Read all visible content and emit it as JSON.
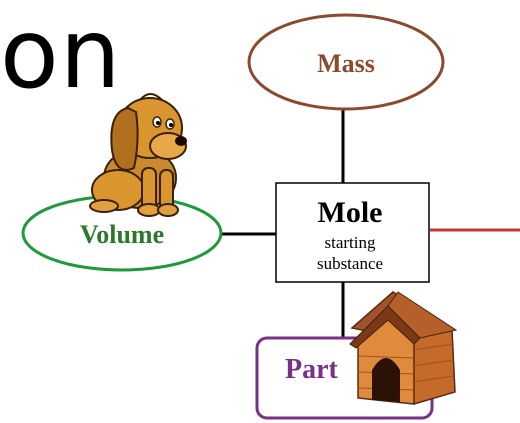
{
  "title": {
    "fragment": "on"
  },
  "diagram": {
    "mass": {
      "label": "Mass",
      "color": "#8b4a2b"
    },
    "volume": {
      "label": "Volume",
      "color": "#1f9a3a",
      "text_color": "#2a7a2a"
    },
    "mole": {
      "label": "Mole",
      "subtitle_line1": "starting",
      "subtitle_line2": "substance"
    },
    "particles": {
      "label": "Part",
      "color": "#7a2f8a"
    },
    "connector_colors": {
      "mass_to_mole": "#000000",
      "volume_to_mole": "#000000",
      "mole_to_particles": "#000000",
      "mole_to_right": "#c0392b"
    }
  },
  "decorations": {
    "dog": "cartoon-dog",
    "doghouse": "cartoon-doghouse"
  }
}
